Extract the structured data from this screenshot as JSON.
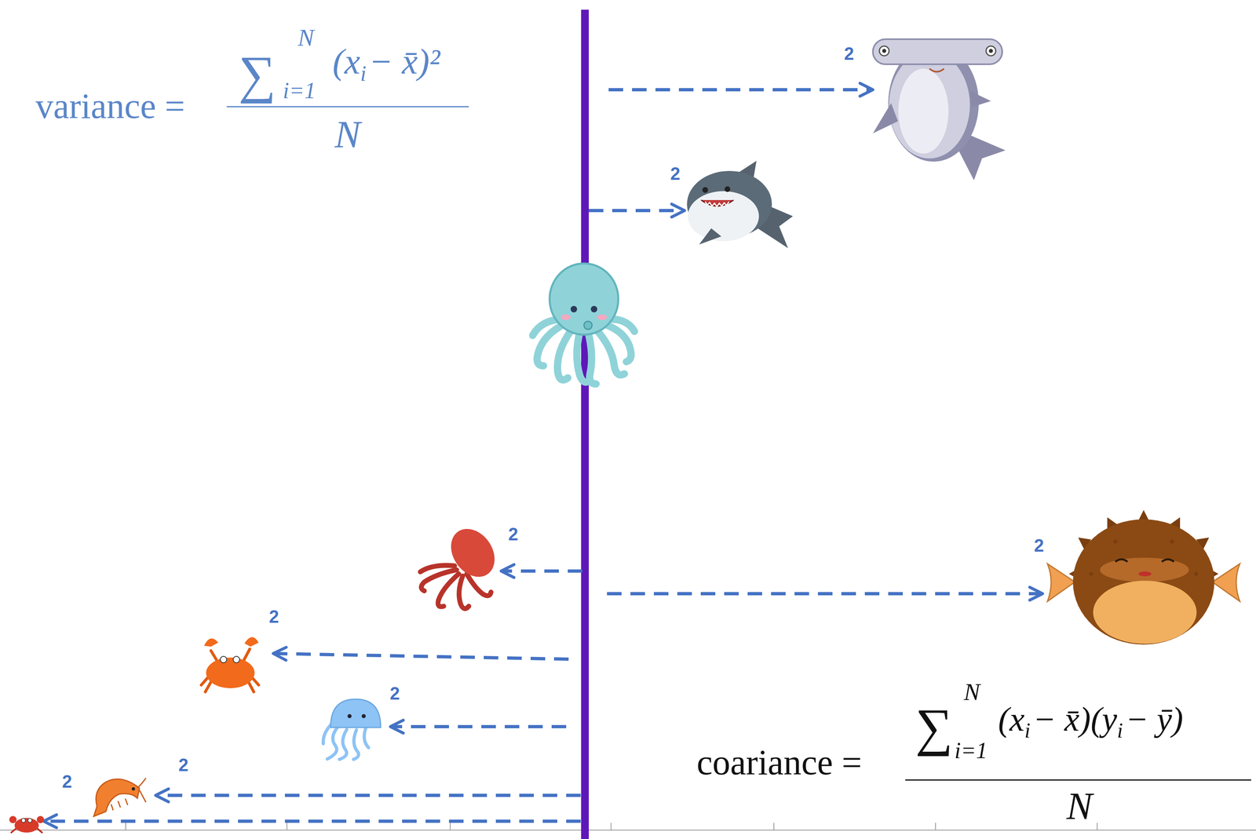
{
  "diagram": {
    "labels": [
      "variance =",
      "∑",
      "N",
      "i=1",
      "(x",
      "i",
      "− x̄)²",
      "N",
      "2",
      "2",
      "2",
      "2",
      "2",
      "2",
      "2",
      "2",
      "coariance =",
      "∑",
      "N",
      "i=1",
      "(x",
      "i",
      "− x̄)(y",
      "i",
      "− ȳ)",
      "N"
    ]
  }
}
